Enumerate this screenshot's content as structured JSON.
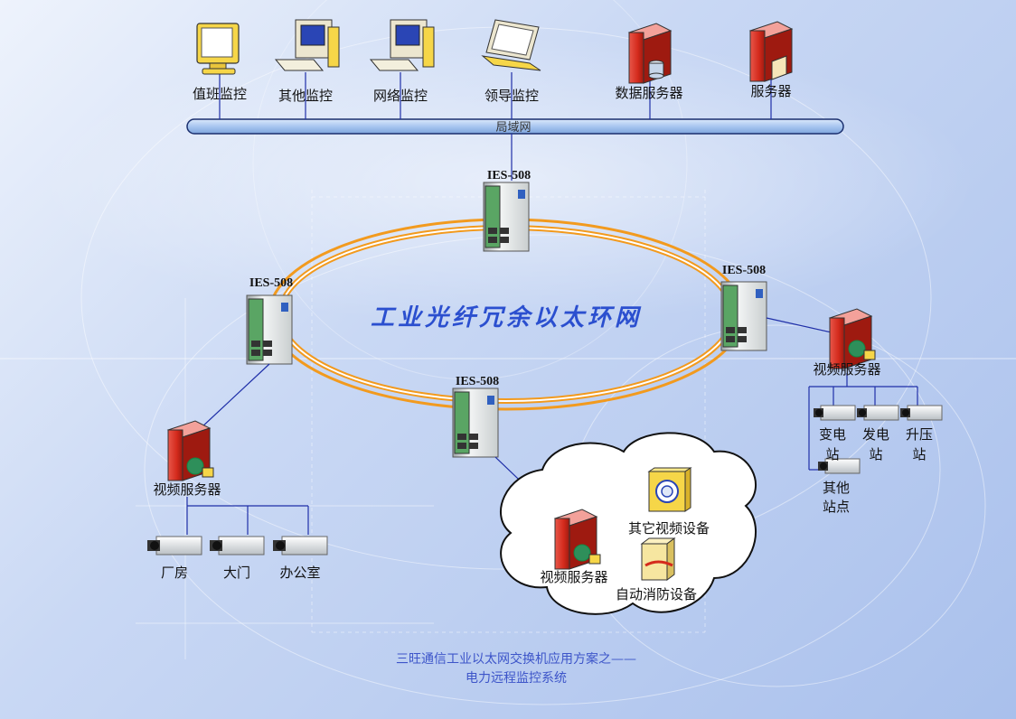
{
  "lan": {
    "label": "局域网"
  },
  "top_devices": [
    {
      "label": "值班监控",
      "icon": "monitor-icon"
    },
    {
      "label": "其他监控",
      "icon": "desktop-pc-icon"
    },
    {
      "label": "网络监控",
      "icon": "desktop-pc-icon"
    },
    {
      "label": "领导监控",
      "icon": "laptop-icon"
    },
    {
      "label": "数据服务器",
      "icon": "database-server-icon"
    },
    {
      "label": "服务器",
      "icon": "server-icon"
    }
  ],
  "ring": {
    "title": "工业光纤冗余以太环网",
    "color": "#f29a1e"
  },
  "switches": {
    "top": "IES-508",
    "left": "IES-508",
    "right": "IES-508",
    "bottom": "IES-508"
  },
  "left_branch": {
    "server_label": "视频服务器",
    "cameras": [
      "厂房",
      "大门",
      "办公室"
    ]
  },
  "right_branch": {
    "server_label": "视频服务器",
    "cameras": [
      {
        "line1": "变电",
        "line2": "站"
      },
      {
        "line1": "发电",
        "line2": "站"
      },
      {
        "line1": "升压",
        "line2": "站"
      },
      {
        "line1": "其他",
        "line2": "站点"
      }
    ]
  },
  "cloud_branch": {
    "server_label": "视频服务器",
    "other_video_label": "其它视频设备",
    "fire_label": "自动消防设备"
  },
  "caption": {
    "line1": "三旺通信工业以太网交换机应用方案之——",
    "line2": "电力远程监控系统"
  },
  "colors": {
    "link": "#1f2fa8",
    "lan_bar": "#a8c6f0",
    "server_red": "#d42a1c"
  }
}
